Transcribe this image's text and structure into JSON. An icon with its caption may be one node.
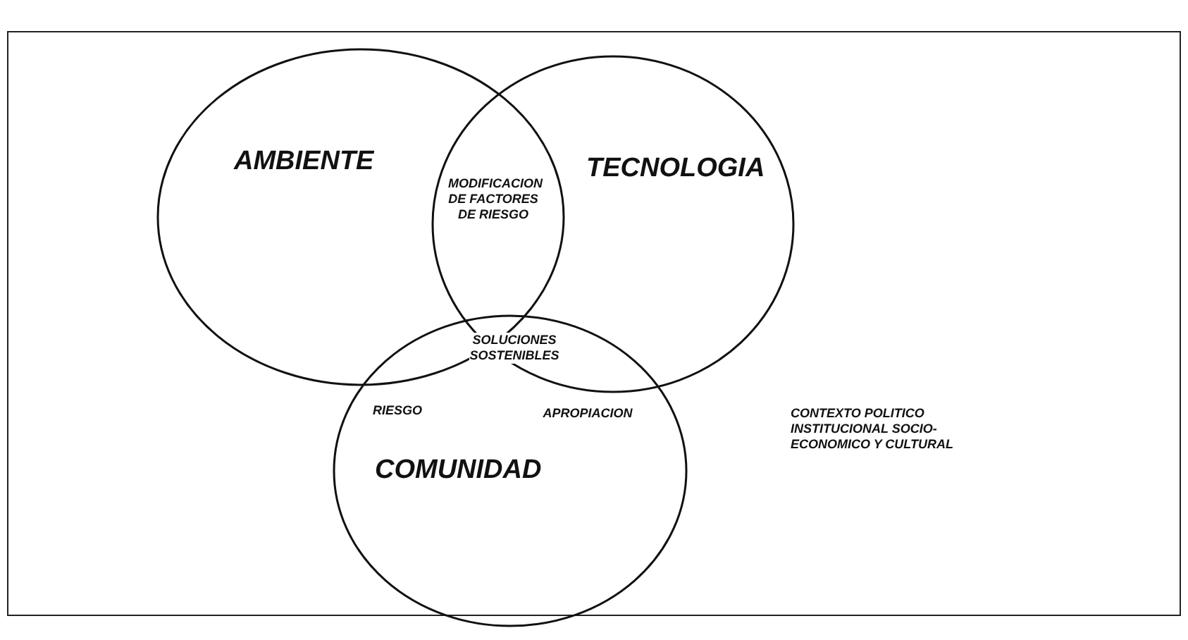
{
  "diagram": {
    "nodes": [
      {
        "text": [
          "CONTEXTO POLITICO INSTITUCIONAL SOCIO-ECONOMICO Y CULTURAL"
        ]
      },
      {
        "text": [
          "AMBIENTE"
        ],
        "in": 0
      },
      {
        "text": [
          "TECNOLOGIA"
        ],
        "in": 0
      },
      {
        "text": [
          "COMUNIDAD"
        ],
        "in": 0
      }
    ],
    "labels": [
      "MODIFICACION DE FACTORES DE RIESGO",
      "SOLUCIONES SOSTENIBLES",
      "RIESGO",
      "APROPIACION"
    ]
  }
}
